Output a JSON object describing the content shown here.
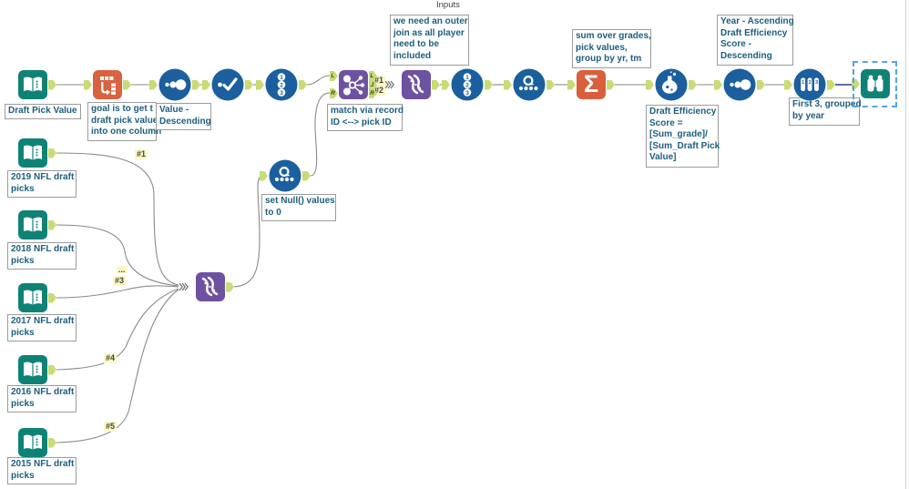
{
  "page": {
    "label": "Inputs"
  },
  "colors": {
    "teal": "#0F8276",
    "blue": "#1B5F9E",
    "purple": "#6F51A1",
    "orange": "#D96240",
    "sigma_bg": "#D95F3D",
    "anchor": "#C9DB76",
    "anchor_border": "#7F9E3F",
    "wire": "#8A8A8A",
    "wire_selected": "#2C3A9C",
    "label_bg": "#FBF8C8",
    "ann_text": "#1C5E80",
    "ann_border": "#9C9C9C",
    "selection": "#55A4E4",
    "page_line": "#C9D2E4",
    "marker": "#6E6E6E",
    "canvas_bg": "#FFFFFF"
  },
  "icons": {
    "input_data": "input-data-book-icon",
    "transpose": "transpose-icon",
    "sort": "sort-dots-icon",
    "select": "select-check-icon",
    "record_id": "record-id-icon",
    "join": "join-icon",
    "union": "union-icon",
    "multi_field_formula": "multi-field-formula-icon",
    "summarize": "summarize-sigma-icon",
    "formula": "formula-flask-icon",
    "sample": "sample-tubes-icon",
    "browse": "browse-binoculars-icon"
  },
  "glyphs": {
    "sigma": "Σ",
    "record_digits": [
      "1",
      "2",
      "3"
    ],
    "sample_digits": [
      "1",
      "2",
      "3"
    ]
  },
  "anchor_letters": {
    "left_top": "L",
    "left_bottom": "R",
    "right_top": "L",
    "right_mid": "J",
    "right_bottom": "R"
  },
  "connection_labels": {
    "c1": "#1",
    "ellipsis": "...",
    "c3": "#3",
    "c4": "#4",
    "c5": "#5",
    "j1": "#1",
    "j2": "#2"
  },
  "annotations": {
    "draft_pick_value": [
      "Draft Pick Value"
    ],
    "transpose_goal": [
      "goal is to get t",
      "draft pick value",
      "into one column"
    ],
    "sort_value_desc": [
      "Value -",
      "Descending"
    ],
    "input_2019": [
      "2019 NFL draft",
      "picks"
    ],
    "input_2018": [
      "2018 NFL draft",
      "picks"
    ],
    "input_2017": [
      "2017 NFL draft",
      "picks"
    ],
    "input_2016": [
      "2016 NFL draft",
      "picks"
    ],
    "input_2015": [
      "2015 NFL draft",
      "picks"
    ],
    "set_null": [
      "set Null() values",
      "to 0"
    ],
    "match_join": [
      "match via record",
      "ID <--> pick ID"
    ],
    "outer_join_note": [
      "we need an outer",
      "join as all player",
      "need to be",
      "included"
    ],
    "summarize": [
      "sum over grades,",
      "pick values,",
      "group by yr, tm"
    ],
    "formula_expr": [
      "Draft Efficiency",
      "Score =",
      "[Sum_grade]/",
      "[Sum_Draft Pick",
      "Value]"
    ],
    "sort_year": [
      "Year - Ascending",
      "Draft Efficiency",
      "Score -",
      "Descending"
    ],
    "sample_first3": [
      "First 3, grouped",
      "by year"
    ]
  }
}
